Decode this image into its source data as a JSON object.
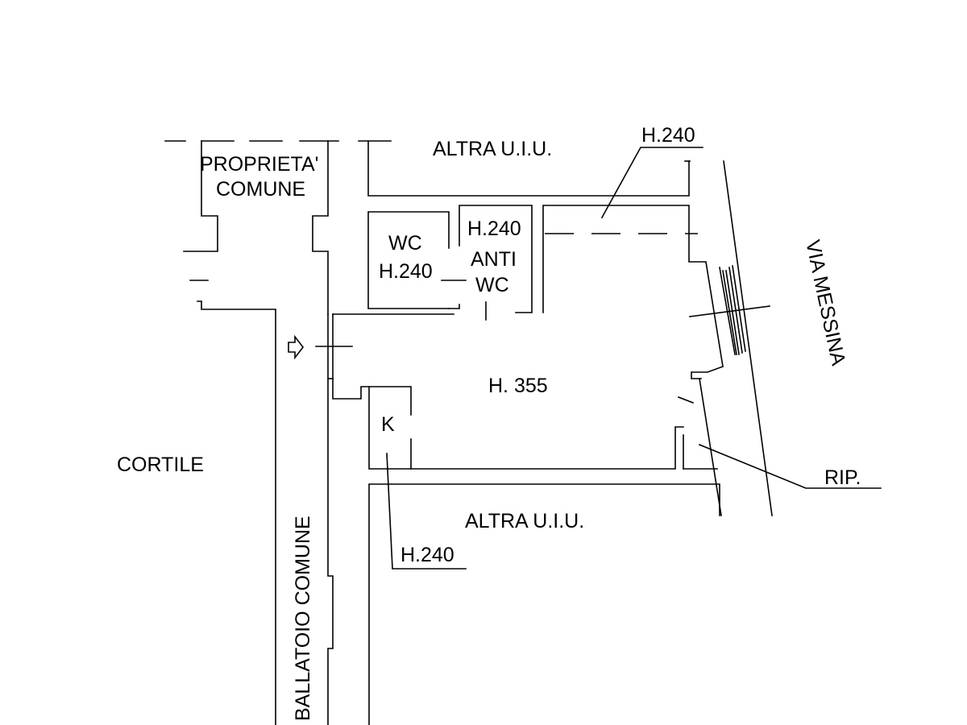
{
  "labels": {
    "proprieta_line1": "PROPRIETA'",
    "proprieta_line2": "COMUNE",
    "altra_uiu_top": "ALTRA U.I.U.",
    "h240_top": "H.240",
    "wc": "WC",
    "wc_height": "H.240",
    "antiwc_height": "H.240",
    "anti": "ANTI",
    "antiwc_wc": "WC",
    "via_messina": "VIA MESSINA",
    "main_height": "H. 355",
    "k": "K",
    "cortile": "CORTILE",
    "rip": "RIP.",
    "altra_uiu_bottom": "ALTRA U.I.U.",
    "h240_bottom": "H.240",
    "ballatoio": "BALLATOIO COMUNE"
  }
}
